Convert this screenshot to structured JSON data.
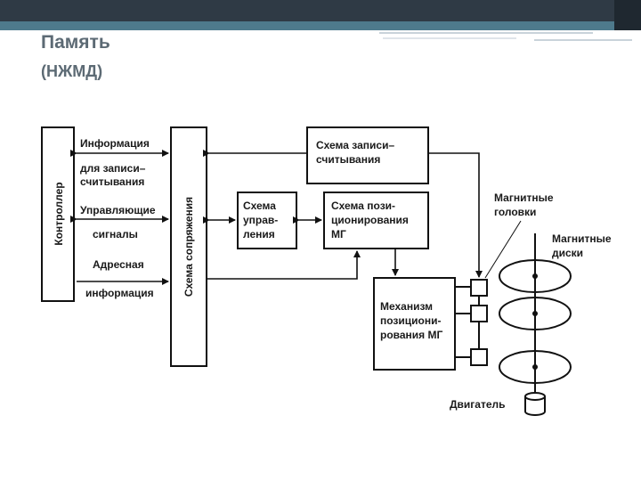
{
  "slide": {
    "title": "Память",
    "subtitle": "(НЖМД)"
  },
  "diagram": {
    "controller_label": "Контроллер",
    "interface_label": "Схема сопряжения",
    "info_line1": "Информация",
    "info_line2": "для записи–",
    "info_line3": "считывания",
    "control_line1": "Управляющие",
    "control_line2": "сигналы",
    "address_line1": "Адресная",
    "address_line2": "информация",
    "rw_line1": "Схема записи–",
    "rw_line2": "считывания",
    "ctrl_line1": "Схема",
    "ctrl_line2": "управ-",
    "ctrl_line3": "ления",
    "pos_line1": "Схема пози-",
    "pos_line2": "ционирования",
    "pos_line3": "МГ",
    "mech_line1": "Механизм",
    "mech_line2": "позициони-",
    "mech_line3": "рования МГ",
    "heads_line1": "Магнитные",
    "heads_line2": "головки",
    "disks_line1": "Магнитные",
    "disks_line2": "диски",
    "motor_label": "Двигатель"
  }
}
